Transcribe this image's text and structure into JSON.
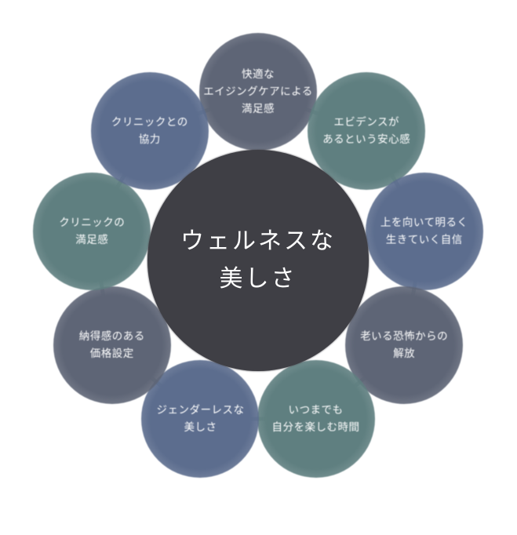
{
  "center": {
    "label": "ウェルネスな\n美しさ"
  },
  "colors": {
    "slate": "#5e6576",
    "teal": "#5f7f80",
    "blue": "#5c6d8e",
    "center": "#3f3f45",
    "link": "#8fa3a6"
  },
  "nodes": [
    {
      "id": "comfort",
      "label": "快適な\nエイジングケアによる\n満足感",
      "tone": "slate"
    },
    {
      "id": "evidence",
      "label": "エビデンスが\nあるという安心感",
      "tone": "teal"
    },
    {
      "id": "positive",
      "label": "上を向いて明るく\n生きていく自信",
      "tone": "blue"
    },
    {
      "id": "release",
      "label": "老いる恐怖からの\n解放",
      "tone": "slate"
    },
    {
      "id": "enjoy",
      "label": "いつまでも\n自分を楽しむ時間",
      "tone": "teal"
    },
    {
      "id": "genderless",
      "label": "ジェンダーレスな\n美しさ",
      "tone": "blue"
    },
    {
      "id": "price",
      "label": "納得感のある\n価格設定",
      "tone": "slate"
    },
    {
      "id": "clinic-satisfaction",
      "label": "クリニックの\n満足感",
      "tone": "teal"
    },
    {
      "id": "clinic-collab",
      "label": "クリニックとの\n協力",
      "tone": "blue"
    }
  ]
}
